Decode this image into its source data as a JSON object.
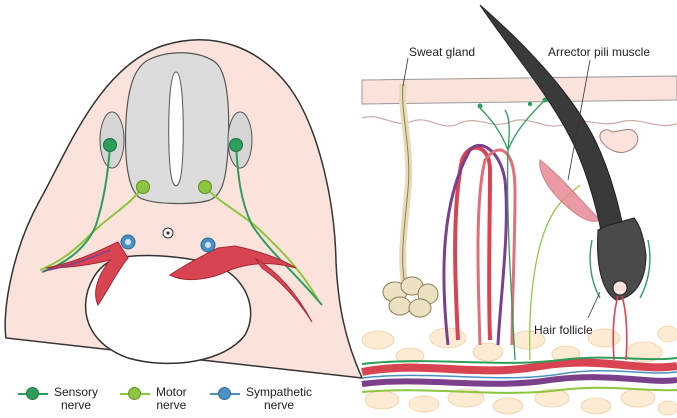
{
  "labels": {
    "sweat_gland": "Sweat gland",
    "arrector_pili_muscle": "Arrector pili muscle",
    "hair_follicle": "Hair follicle"
  },
  "legend": [
    {
      "line1": "Sensory",
      "line2": "nerve",
      "color": "#2e9e5b",
      "icon": "sensory-nerve-icon"
    },
    {
      "line1": "Motor",
      "line2": "nerve",
      "color": "#8cc63f",
      "icon": "motor-nerve-icon"
    },
    {
      "line1": "Sympathetic",
      "line2": "nerve",
      "color": "#4a90c2",
      "icon": "sympathetic-nerve-icon"
    }
  ],
  "colors": {
    "sensory": "#2e9e5b",
    "motor": "#8cc63f",
    "sympathetic": "#4a90c2",
    "artery": "#d94452",
    "vein": "#7b3f8c",
    "skin": "#fbe3dc",
    "spinal_cord": "#d9d9d9",
    "hair": "#333333"
  }
}
